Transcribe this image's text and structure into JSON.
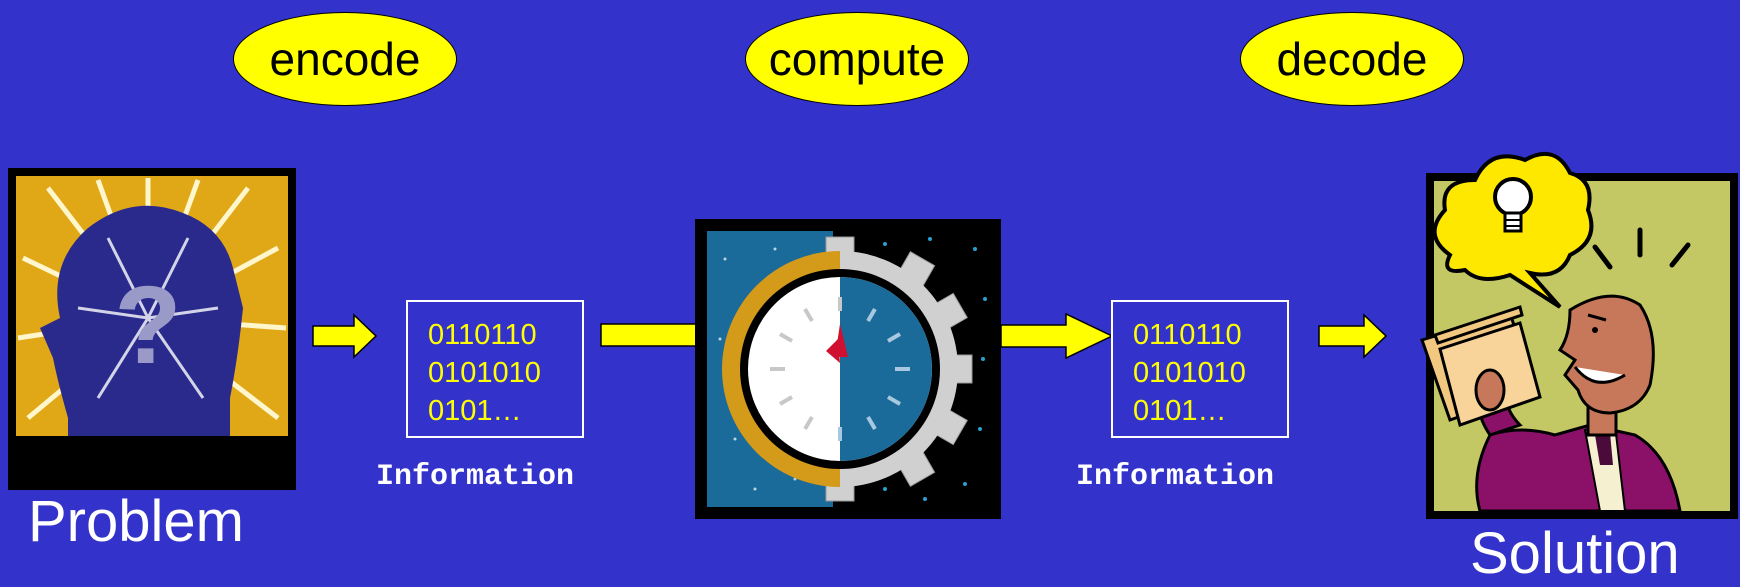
{
  "steps": {
    "encode": "encode",
    "compute": "compute",
    "decode": "decode"
  },
  "input_label": "Problem",
  "output_label": "Solution",
  "info_left": {
    "lines": [
      "0110110",
      "0101010",
      "0101…"
    ],
    "caption": "Information"
  },
  "info_right": {
    "lines": [
      "0110110",
      "0101010",
      "0101…"
    ],
    "caption": "Information"
  },
  "colors": {
    "background": "#3333cc",
    "oval_fill": "#ffff00",
    "arrow_fill": "#ffff00",
    "binary_text": "#ffff00",
    "label_text": "#ffffff"
  },
  "icons": [
    "problem-head-icon",
    "compute-clock-gear-icon",
    "solution-person-icon",
    "arrow-right-icon"
  ]
}
